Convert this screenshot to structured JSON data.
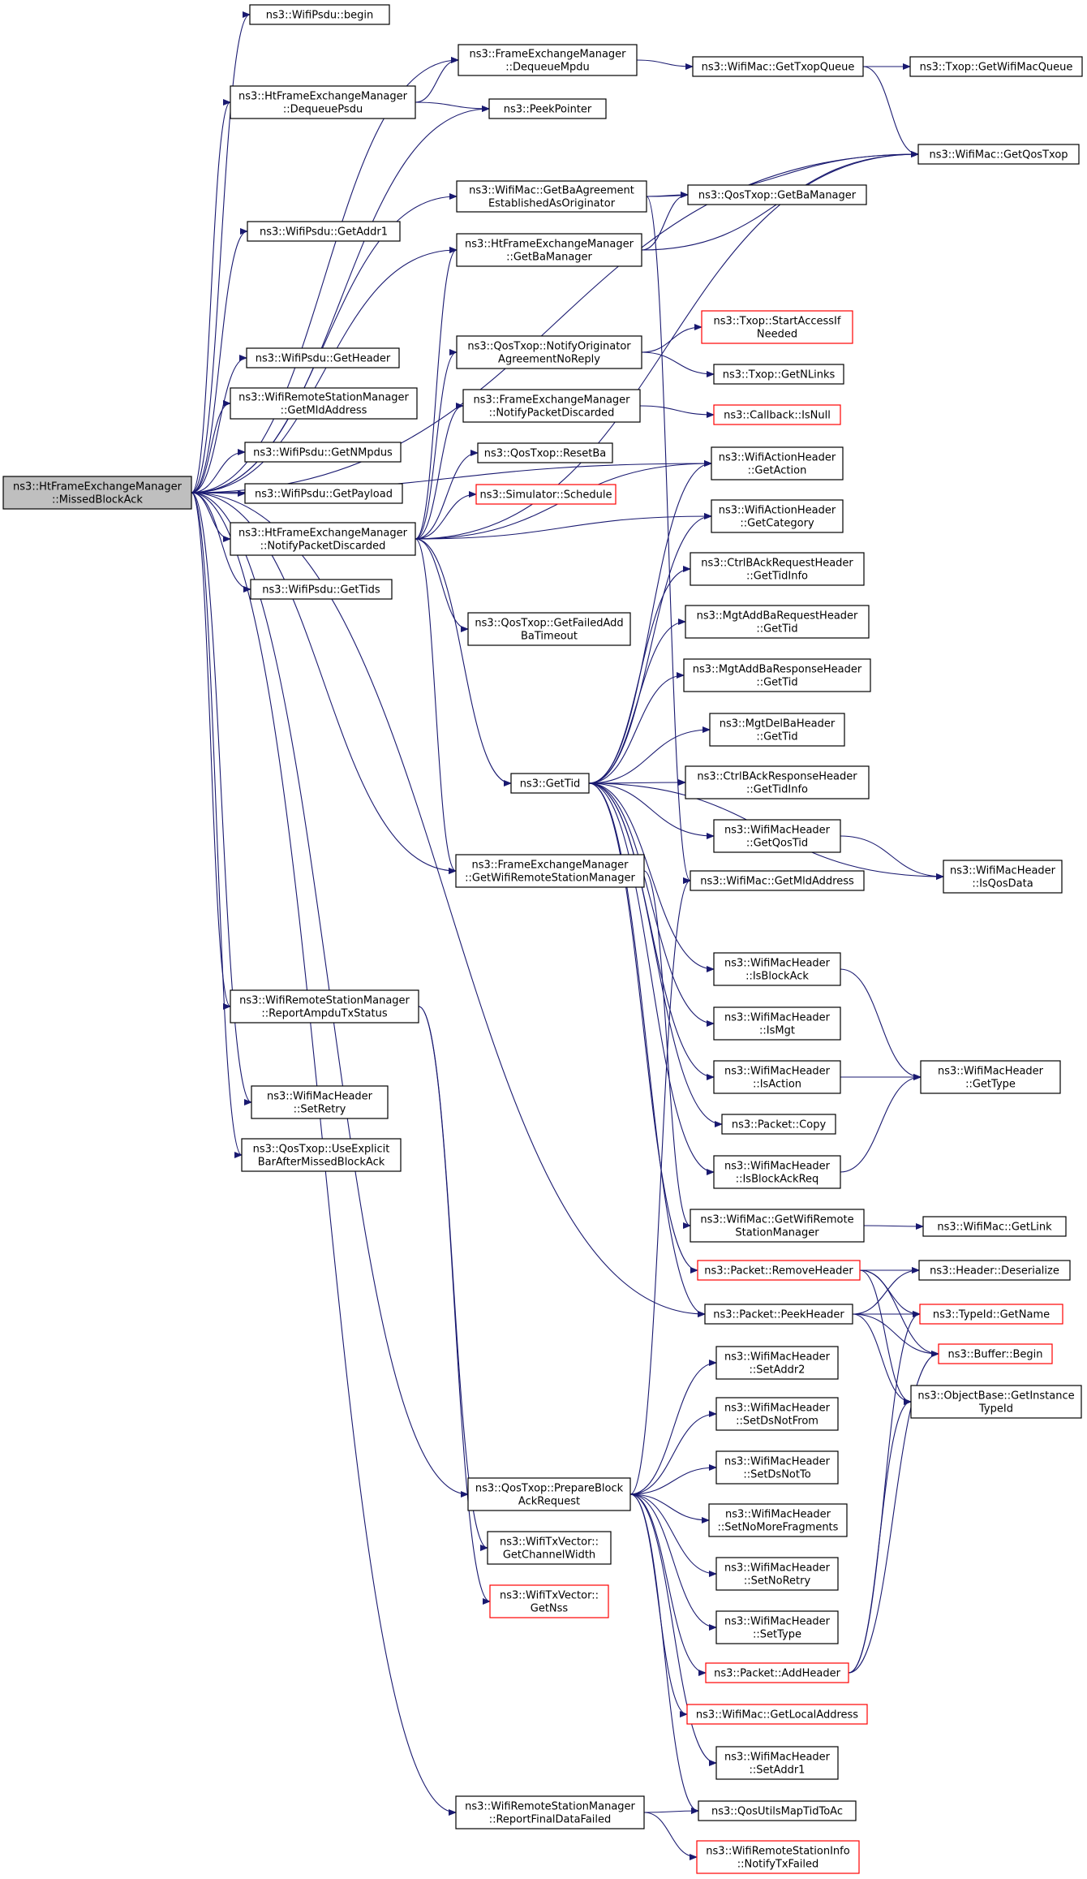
{
  "colors": {
    "edge": "#191970",
    "border_normal": "#000000",
    "border_truncated": "#ff0000",
    "root_fill": "#bfbfbf",
    "node_fill": "#ffffff"
  },
  "nodes": [
    {
      "id": "root",
      "lines": [
        "ns3::HtFrameExchangeManager",
        "::MissedBlockAck"
      ],
      "style": "root"
    },
    {
      "id": "psdu_begin",
      "lines": [
        "ns3::WifiPsdu::begin"
      ],
      "style": "normal"
    },
    {
      "id": "fem_dequeue_mpdu",
      "lines": [
        "ns3::FrameExchangeManager",
        "::DequeueMpdu"
      ],
      "style": "normal"
    },
    {
      "id": "wm_get_txop_queue",
      "lines": [
        "ns3::WifiMac::GetTxopQueue"
      ],
      "style": "normal"
    },
    {
      "id": "txop_get_wifi_mac_queue",
      "lines": [
        "ns3::Txop::GetWifiMacQueue"
      ],
      "style": "normal"
    },
    {
      "id": "htfem_dequeue_psdu",
      "lines": [
        "ns3::HtFrameExchangeManager",
        "::DequeuePsdu"
      ],
      "style": "normal"
    },
    {
      "id": "peek_pointer",
      "lines": [
        "ns3::PeekPointer"
      ],
      "style": "normal"
    },
    {
      "id": "wm_get_qos_txop",
      "lines": [
        "ns3::WifiMac::GetQosTxop"
      ],
      "style": "normal"
    },
    {
      "id": "wm_get_ba_agreement",
      "lines": [
        "ns3::WifiMac::GetBaAgreement",
        "EstablishedAsOriginator"
      ],
      "style": "normal"
    },
    {
      "id": "qostxop_get_ba_manager",
      "lines": [
        "ns3::QosTxop::GetBaManager"
      ],
      "style": "normal"
    },
    {
      "id": "psdu_get_addr1",
      "lines": [
        "ns3::WifiPsdu::GetAddr1"
      ],
      "style": "normal"
    },
    {
      "id": "htfem_get_ba_manager",
      "lines": [
        "ns3::HtFrameExchangeManager",
        "::GetBaManager"
      ],
      "style": "normal"
    },
    {
      "id": "txop_start_access",
      "lines": [
        "ns3::Txop::StartAccessIf",
        "Needed"
      ],
      "style": "truncated"
    },
    {
      "id": "qostxop_notify_orig",
      "lines": [
        "ns3::QosTxop::NotifyOriginator",
        "AgreementNoReply"
      ],
      "style": "normal"
    },
    {
      "id": "psdu_get_header",
      "lines": [
        "ns3::WifiPsdu::GetHeader"
      ],
      "style": "normal"
    },
    {
      "id": "txop_get_nlinks",
      "lines": [
        "ns3::Txop::GetNLinks"
      ],
      "style": "normal"
    },
    {
      "id": "wrsm_get_mld_address",
      "lines": [
        "ns3::WifiRemoteStationManager",
        "::GetMldAddress"
      ],
      "style": "normal"
    },
    {
      "id": "fem_notify_packet_discarded",
      "lines": [
        "ns3::FrameExchangeManager",
        "::NotifyPacketDiscarded"
      ],
      "style": "normal"
    },
    {
      "id": "callback_is_null",
      "lines": [
        "ns3::Callback::IsNull"
      ],
      "style": "truncated"
    },
    {
      "id": "psdu_get_nmpdus",
      "lines": [
        "ns3::WifiPsdu::GetNMpdus"
      ],
      "style": "normal"
    },
    {
      "id": "qostxop_reset_ba",
      "lines": [
        "ns3::QosTxop::ResetBa"
      ],
      "style": "normal"
    },
    {
      "id": "wah_get_action",
      "lines": [
        "ns3::WifiActionHeader",
        "::GetAction"
      ],
      "style": "normal"
    },
    {
      "id": "psdu_get_payload",
      "lines": [
        "ns3::WifiPsdu::GetPayload"
      ],
      "style": "normal"
    },
    {
      "id": "simulator_schedule",
      "lines": [
        "ns3::Simulator::Schedule"
      ],
      "style": "truncated"
    },
    {
      "id": "wah_get_category",
      "lines": [
        "ns3::WifiActionHeader",
        "::GetCategory"
      ],
      "style": "normal"
    },
    {
      "id": "htfem_notify_packet_discarded",
      "lines": [
        "ns3::HtFrameExchangeManager",
        "::NotifyPacketDiscarded"
      ],
      "style": "normal"
    },
    {
      "id": "ctrl_bar_get_tid_info",
      "lines": [
        "ns3::CtrlBAckRequestHeader",
        "::GetTidInfo"
      ],
      "style": "normal"
    },
    {
      "id": "psdu_get_tids",
      "lines": [
        "ns3::WifiPsdu::GetTids"
      ],
      "style": "normal"
    },
    {
      "id": "mgt_addba_req_get_tid",
      "lines": [
        "ns3::MgtAddBaRequestHeader",
        "::GetTid"
      ],
      "style": "normal"
    },
    {
      "id": "qostxop_get_failed_addba",
      "lines": [
        "ns3::QosTxop::GetFailedAdd",
        "BaTimeout"
      ],
      "style": "normal"
    },
    {
      "id": "mgt_addba_resp_get_tid",
      "lines": [
        "ns3::MgtAddBaResponseHeader",
        "::GetTid"
      ],
      "style": "normal"
    },
    {
      "id": "mgt_delba_get_tid",
      "lines": [
        "ns3::MgtDelBaHeader",
        "::GetTid"
      ],
      "style": "normal"
    },
    {
      "id": "get_tid",
      "lines": [
        "ns3::GetTid"
      ],
      "style": "normal"
    },
    {
      "id": "ctrl_back_resp_get_tid_info",
      "lines": [
        "ns3::CtrlBAckResponseHeader",
        "::GetTidInfo"
      ],
      "style": "normal"
    },
    {
      "id": "wmh_get_qos_tid",
      "lines": [
        "ns3::WifiMacHeader",
        "::GetQosTid"
      ],
      "style": "normal"
    },
    {
      "id": "fem_get_wrsm",
      "lines": [
        "ns3::FrameExchangeManager",
        "::GetWifiRemoteStationManager"
      ],
      "style": "normal"
    },
    {
      "id": "wm_get_mld_address",
      "lines": [
        "ns3::WifiMac::GetMldAddress"
      ],
      "style": "normal"
    },
    {
      "id": "wmh_is_qos_data",
      "lines": [
        "ns3::WifiMacHeader",
        "::IsQosData"
      ],
      "style": "normal"
    },
    {
      "id": "wmh_is_block_ack",
      "lines": [
        "ns3::WifiMacHeader",
        "::IsBlockAck"
      ],
      "style": "normal"
    },
    {
      "id": "wrsm_report_ampdu",
      "lines": [
        "ns3::WifiRemoteStationManager",
        "::ReportAmpduTxStatus"
      ],
      "style": "normal"
    },
    {
      "id": "wmh_is_mgt",
      "lines": [
        "ns3::WifiMacHeader",
        "::IsMgt"
      ],
      "style": "normal"
    },
    {
      "id": "wmh_is_action",
      "lines": [
        "ns3::WifiMacHeader",
        "::IsAction"
      ],
      "style": "normal"
    },
    {
      "id": "wmh_get_type",
      "lines": [
        "ns3::WifiMacHeader",
        "::GetType"
      ],
      "style": "normal"
    },
    {
      "id": "wmh_set_retry",
      "lines": [
        "ns3::WifiMacHeader",
        "::SetRetry"
      ],
      "style": "normal"
    },
    {
      "id": "packet_copy",
      "lines": [
        "ns3::Packet::Copy"
      ],
      "style": "normal"
    },
    {
      "id": "qostxop_use_explicit_bar",
      "lines": [
        "ns3::QosTxop::UseExplicit",
        "BarAfterMissedBlockAck"
      ],
      "style": "normal"
    },
    {
      "id": "wmh_is_block_ack_req",
      "lines": [
        "ns3::WifiMacHeader",
        "::IsBlockAckReq"
      ],
      "style": "normal"
    },
    {
      "id": "wm_get_wrsm",
      "lines": [
        "ns3::WifiMac::GetWifiRemote",
        "StationManager"
      ],
      "style": "normal"
    },
    {
      "id": "wm_get_link",
      "lines": [
        "ns3::WifiMac::GetLink"
      ],
      "style": "normal"
    },
    {
      "id": "packet_remove_header",
      "lines": [
        "ns3::Packet::RemoveHeader"
      ],
      "style": "truncated"
    },
    {
      "id": "header_deserialize",
      "lines": [
        "ns3::Header::Deserialize"
      ],
      "style": "normal"
    },
    {
      "id": "packet_peek_header",
      "lines": [
        "ns3::Packet::PeekHeader"
      ],
      "style": "normal"
    },
    {
      "id": "typeid_get_name",
      "lines": [
        "ns3::TypeId::GetName"
      ],
      "style": "truncated"
    },
    {
      "id": "buffer_begin",
      "lines": [
        "ns3::Buffer::Begin"
      ],
      "style": "truncated"
    },
    {
      "id": "wmh_set_addr2",
      "lines": [
        "ns3::WifiMacHeader",
        "::SetAddr2"
      ],
      "style": "normal"
    },
    {
      "id": "objectbase_get_instance_typeid",
      "lines": [
        "ns3::ObjectBase::GetInstance",
        "TypeId"
      ],
      "style": "normal"
    },
    {
      "id": "wmh_set_ds_not_from",
      "lines": [
        "ns3::WifiMacHeader",
        "::SetDsNotFrom"
      ],
      "style": "normal"
    },
    {
      "id": "wmh_set_ds_not_to",
      "lines": [
        "ns3::WifiMacHeader",
        "::SetDsNotTo"
      ],
      "style": "normal"
    },
    {
      "id": "qostxop_prepare_bar",
      "lines": [
        "ns3::QosTxop::PrepareBlock",
        "AckRequest"
      ],
      "style": "normal"
    },
    {
      "id": "wmh_set_no_more_fragments",
      "lines": [
        "ns3::WifiMacHeader",
        "::SetNoMoreFragments"
      ],
      "style": "normal"
    },
    {
      "id": "txvector_get_channel_width",
      "lines": [
        "ns3::WifiTxVector::",
        "GetChannelWidth"
      ],
      "style": "normal"
    },
    {
      "id": "wmh_set_no_retry",
      "lines": [
        "ns3::WifiMacHeader",
        "::SetNoRetry"
      ],
      "style": "normal"
    },
    {
      "id": "txvector_get_nss",
      "lines": [
        "ns3::WifiTxVector::",
        "GetNss"
      ],
      "style": "truncated"
    },
    {
      "id": "wmh_set_type",
      "lines": [
        "ns3::WifiMacHeader",
        "::SetType"
      ],
      "style": "normal"
    },
    {
      "id": "packet_add_header",
      "lines": [
        "ns3::Packet::AddHeader"
      ],
      "style": "truncated"
    },
    {
      "id": "wm_get_local_address",
      "lines": [
        "ns3::WifiMac::GetLocalAddress"
      ],
      "style": "truncated"
    },
    {
      "id": "wmh_set_addr1",
      "lines": [
        "ns3::WifiMacHeader",
        "::SetAddr1"
      ],
      "style": "normal"
    },
    {
      "id": "wrsm_report_final_data_failed",
      "lines": [
        "ns3::WifiRemoteStationManager",
        "::ReportFinalDataFailed"
      ],
      "style": "normal"
    },
    {
      "id": "qos_utils_map_tid_to_ac",
      "lines": [
        "ns3::QosUtilsMapTidToAc"
      ],
      "style": "normal"
    },
    {
      "id": "wrsi_notify_tx_failed",
      "lines": [
        "ns3::WifiRemoteStationInfo",
        "::NotifyTxFailed"
      ],
      "style": "truncated"
    }
  ],
  "edges": [
    [
      "root",
      "psdu_begin"
    ],
    [
      "root",
      "fem_dequeue_mpdu"
    ],
    [
      "root",
      "htfem_dequeue_psdu"
    ],
    [
      "root",
      "peek_pointer"
    ],
    [
      "root",
      "wm_get_qos_txop"
    ],
    [
      "root",
      "wm_get_ba_agreement"
    ],
    [
      "root",
      "psdu_get_addr1"
    ],
    [
      "root",
      "htfem_get_ba_manager"
    ],
    [
      "root",
      "psdu_get_header"
    ],
    [
      "root",
      "wrsm_get_mld_address"
    ],
    [
      "root",
      "psdu_get_nmpdus"
    ],
    [
      "root",
      "psdu_get_payload"
    ],
    [
      "root",
      "htfem_notify_packet_discarded"
    ],
    [
      "root",
      "psdu_get_tids"
    ],
    [
      "root",
      "wah_get_action"
    ],
    [
      "root",
      "fem_get_wrsm"
    ],
    [
      "root",
      "packet_peek_header"
    ],
    [
      "root",
      "qostxop_prepare_bar"
    ],
    [
      "root",
      "wrsm_report_ampdu"
    ],
    [
      "root",
      "wmh_set_retry"
    ],
    [
      "root",
      "qostxop_use_explicit_bar"
    ],
    [
      "root",
      "wrsm_report_final_data_failed"
    ],
    [
      "fem_dequeue_mpdu",
      "wm_get_txop_queue"
    ],
    [
      "wm_get_txop_queue",
      "txop_get_wifi_mac_queue"
    ],
    [
      "wm_get_txop_queue",
      "wm_get_qos_txop"
    ],
    [
      "htfem_dequeue_psdu",
      "fem_dequeue_mpdu"
    ],
    [
      "htfem_dequeue_psdu",
      "peek_pointer"
    ],
    [
      "wm_get_ba_agreement",
      "wm_get_qos_txop"
    ],
    [
      "wm_get_ba_agreement",
      "qostxop_get_ba_manager"
    ],
    [
      "wm_get_ba_agreement",
      "wm_get_mld_address"
    ],
    [
      "htfem_get_ba_manager",
      "qostxop_get_ba_manager"
    ],
    [
      "htfem_get_ba_manager",
      "wm_get_qos_txop"
    ],
    [
      "qostxop_notify_orig",
      "txop_start_access"
    ],
    [
      "qostxop_notify_orig",
      "txop_get_nlinks"
    ],
    [
      "fem_notify_packet_discarded",
      "callback_is_null"
    ],
    [
      "htfem_notify_packet_discarded",
      "htfem_get_ba_manager"
    ],
    [
      "htfem_notify_packet_discarded",
      "qostxop_notify_orig"
    ],
    [
      "htfem_notify_packet_discarded",
      "fem_notify_packet_discarded"
    ],
    [
      "htfem_notify_packet_discarded",
      "qostxop_reset_ba"
    ],
    [
      "htfem_notify_packet_discarded",
      "simulator_schedule"
    ],
    [
      "htfem_notify_packet_discarded",
      "wah_get_action"
    ],
    [
      "htfem_notify_packet_discarded",
      "wah_get_category"
    ],
    [
      "htfem_notify_packet_discarded",
      "wm_get_qos_txop"
    ],
    [
      "htfem_notify_packet_discarded",
      "qostxop_get_failed_addba"
    ],
    [
      "htfem_notify_packet_discarded",
      "get_tid"
    ],
    [
      "htfem_notify_packet_discarded",
      "fem_get_wrsm"
    ],
    [
      "get_tid",
      "wah_get_action"
    ],
    [
      "get_tid",
      "wah_get_category"
    ],
    [
      "get_tid",
      "ctrl_bar_get_tid_info"
    ],
    [
      "get_tid",
      "mgt_addba_req_get_tid"
    ],
    [
      "get_tid",
      "mgt_addba_resp_get_tid"
    ],
    [
      "get_tid",
      "mgt_delba_get_tid"
    ],
    [
      "get_tid",
      "ctrl_back_resp_get_tid_info"
    ],
    [
      "get_tid",
      "wmh_get_qos_tid"
    ],
    [
      "get_tid",
      "wmh_is_qos_data"
    ],
    [
      "get_tid",
      "wmh_is_block_ack"
    ],
    [
      "get_tid",
      "wmh_is_mgt"
    ],
    [
      "get_tid",
      "wmh_is_action"
    ],
    [
      "get_tid",
      "packet_copy"
    ],
    [
      "get_tid",
      "wmh_is_block_ack_req"
    ],
    [
      "get_tid",
      "packet_remove_header"
    ],
    [
      "get_tid",
      "packet_peek_header"
    ],
    [
      "wmh_get_qos_tid",
      "wmh_is_qos_data"
    ],
    [
      "wmh_is_block_ack",
      "wmh_get_type"
    ],
    [
      "wmh_is_action",
      "wmh_get_type"
    ],
    [
      "wmh_is_block_ack_req",
      "wmh_get_type"
    ],
    [
      "fem_get_wrsm",
      "wm_get_wrsm"
    ],
    [
      "wm_get_wrsm",
      "wm_get_link"
    ],
    [
      "packet_remove_header",
      "header_deserialize"
    ],
    [
      "packet_remove_header",
      "typeid_get_name"
    ],
    [
      "packet_remove_header",
      "buffer_begin"
    ],
    [
      "packet_remove_header",
      "objectbase_get_instance_typeid"
    ],
    [
      "packet_peek_header",
      "header_deserialize"
    ],
    [
      "packet_peek_header",
      "typeid_get_name"
    ],
    [
      "packet_peek_header",
      "buffer_begin"
    ],
    [
      "packet_peek_header",
      "objectbase_get_instance_typeid"
    ],
    [
      "packet_add_header",
      "typeid_get_name"
    ],
    [
      "packet_add_header",
      "buffer_begin"
    ],
    [
      "packet_add_header",
      "objectbase_get_instance_typeid"
    ],
    [
      "wrsm_report_ampdu",
      "txvector_get_channel_width"
    ],
    [
      "wrsm_report_ampdu",
      "txvector_get_nss"
    ],
    [
      "qostxop_prepare_bar",
      "wm_get_mld_address"
    ],
    [
      "qostxop_prepare_bar",
      "wmh_set_addr2"
    ],
    [
      "qostxop_prepare_bar",
      "wmh_set_ds_not_from"
    ],
    [
      "qostxop_prepare_bar",
      "wmh_set_ds_not_to"
    ],
    [
      "qostxop_prepare_bar",
      "wmh_set_no_more_fragments"
    ],
    [
      "qostxop_prepare_bar",
      "wmh_set_no_retry"
    ],
    [
      "qostxop_prepare_bar",
      "wmh_set_type"
    ],
    [
      "qostxop_prepare_bar",
      "packet_add_header"
    ],
    [
      "qostxop_prepare_bar",
      "wm_get_local_address"
    ],
    [
      "qostxop_prepare_bar",
      "wmh_set_addr1"
    ],
    [
      "qostxop_prepare_bar",
      "qos_utils_map_tid_to_ac"
    ],
    [
      "wrsm_report_final_data_failed",
      "qos_utils_map_tid_to_ac"
    ],
    [
      "wrsm_report_final_data_failed",
      "wrsi_notify_tx_failed"
    ]
  ]
}
